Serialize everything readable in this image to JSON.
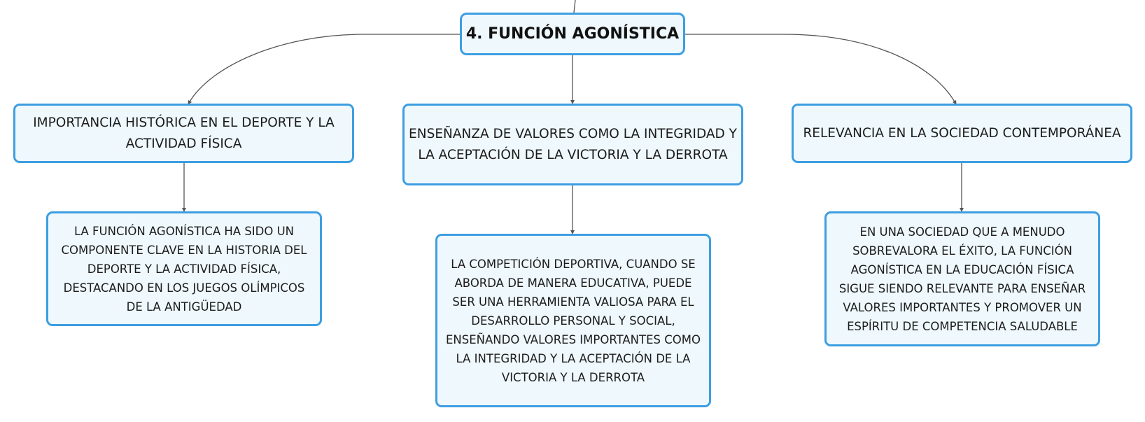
{
  "colors": {
    "node_border": "#3d9ee2",
    "node_fill": "#eff8fd",
    "connector": "#555555",
    "text": "#1c1c1c"
  },
  "map": {
    "central": {
      "label": "4. FUNCIÓN AGONÍSTICA"
    },
    "topics": [
      {
        "label": "IMPORTANCIA HISTÓRICA EN EL DEPORTE Y LA ACTIVIDAD FÍSICA",
        "detail": "LA FUNCIÓN AGONÍSTICA HA SIDO UN COMPONENTE CLAVE EN LA HISTORIA DEL DEPORTE Y LA ACTIVIDAD FÍSICA, DESTACANDO EN LOS JUEGOS OLÍMPICOS DE LA ANTIGÜEDAD"
      },
      {
        "label": "ENSEÑANZA DE VALORES COMO LA INTEGRIDAD Y LA ACEPTACIÓN DE LA VICTORIA Y LA DERROTA",
        "detail": "LA COMPETICIÓN DEPORTIVA, CUANDO SE ABORDA DE MANERA EDUCATIVA, PUEDE SER UNA HERRAMIENTA VALIOSA PARA EL DESARROLLO PERSONAL Y SOCIAL, ENSEÑANDO VALORES IMPORTANTES COMO LA INTEGRIDAD Y LA ACEPTACIÓN DE LA VICTORIA Y LA DERROTA"
      },
      {
        "label": "RELEVANCIA EN LA SOCIEDAD CONTEMPORÁNEA",
        "detail": "EN UNA SOCIEDAD QUE A MENUDO SOBREVALORA EL ÉXITO, LA FUNCIÓN AGONÍSTICA EN LA EDUCACIÓN FÍSICA SIGUE SIENDO RELEVANTE PARA ENSEÑAR VALORES IMPORTANTES Y PROMOVER UN ESPÍRITU DE COMPETENCIA SALUDABLE"
      }
    ]
  }
}
